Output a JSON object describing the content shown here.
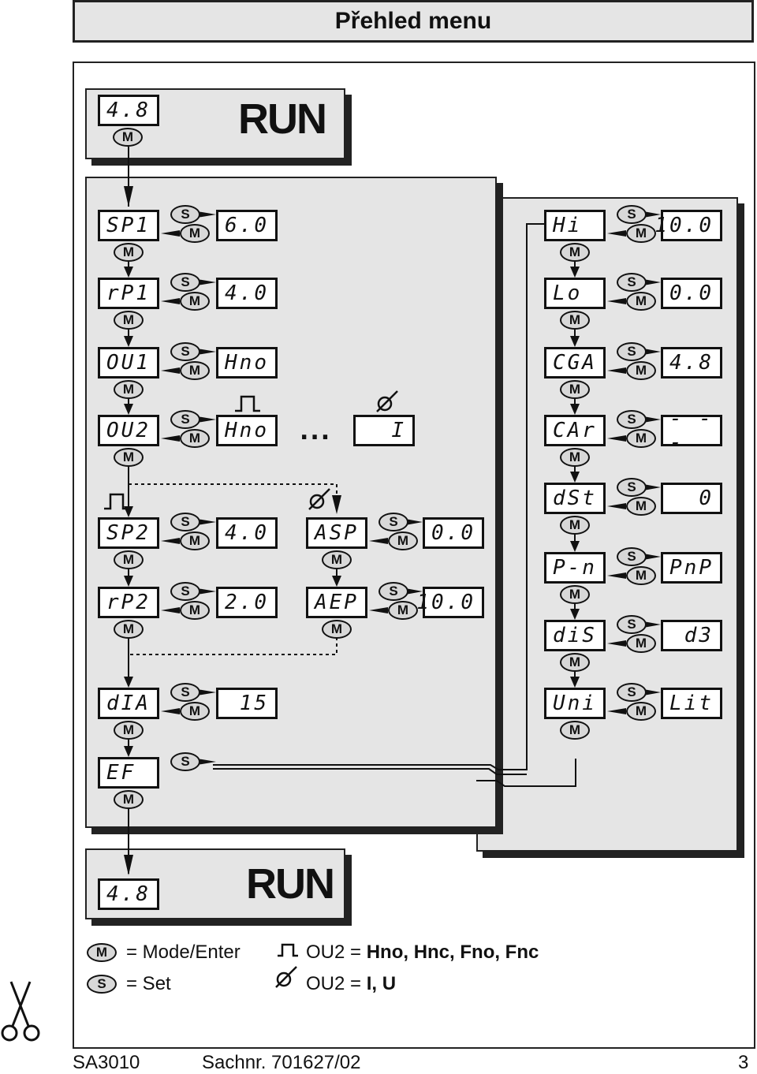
{
  "title": "Přehled menu",
  "run_blocks": [
    {
      "display": "4.8",
      "label": "RUN"
    },
    {
      "display": "4.8",
      "label": "RUN"
    }
  ],
  "buttons": {
    "mode": "M",
    "set": "S"
  },
  "main_column": [
    {
      "param": "SP1",
      "value": "6.0"
    },
    {
      "param": "rP1",
      "value": "4.0"
    },
    {
      "param": "OU1",
      "value": "Hno"
    },
    {
      "param": "OU2",
      "value": "Hno"
    },
    {
      "param": "SP2",
      "value": "4.0"
    },
    {
      "param": "rP2",
      "value": "2.0"
    },
    {
      "param": "dIA",
      "value": "15"
    },
    {
      "param": "EF",
      "value": ""
    }
  ],
  "ou2_alt_value": "I",
  "ellipsis": "...",
  "analog_column": [
    {
      "param": "ASP",
      "value": "0.0"
    },
    {
      "param": "AEP",
      "value": "10.0"
    }
  ],
  "ef_column": [
    {
      "param": "Hi",
      "value": "10.0"
    },
    {
      "param": "Lo",
      "value": "0.0"
    },
    {
      "param": "CGA",
      "value": "4.8"
    },
    {
      "param": "CAr",
      "value": "- - -"
    },
    {
      "param": "dSt",
      "value": "0"
    },
    {
      "param": "P-n",
      "value": "PnP"
    },
    {
      "param": "diS",
      "value": "d3"
    },
    {
      "param": "Uni",
      "value": "Lit"
    }
  ],
  "legend": {
    "mode_text": "= Mode/Enter",
    "set_text": "= Set",
    "ou2_switch_prefix": "OU2 = ",
    "ou2_switch_values": "Hno, Hnc, Fno, Fnc",
    "ou2_analog_prefix": "OU2 = ",
    "ou2_analog_values": "I, U"
  },
  "footer": {
    "model": "SA3010",
    "part_no": "Sachnr. 701627/02",
    "page": "3"
  }
}
